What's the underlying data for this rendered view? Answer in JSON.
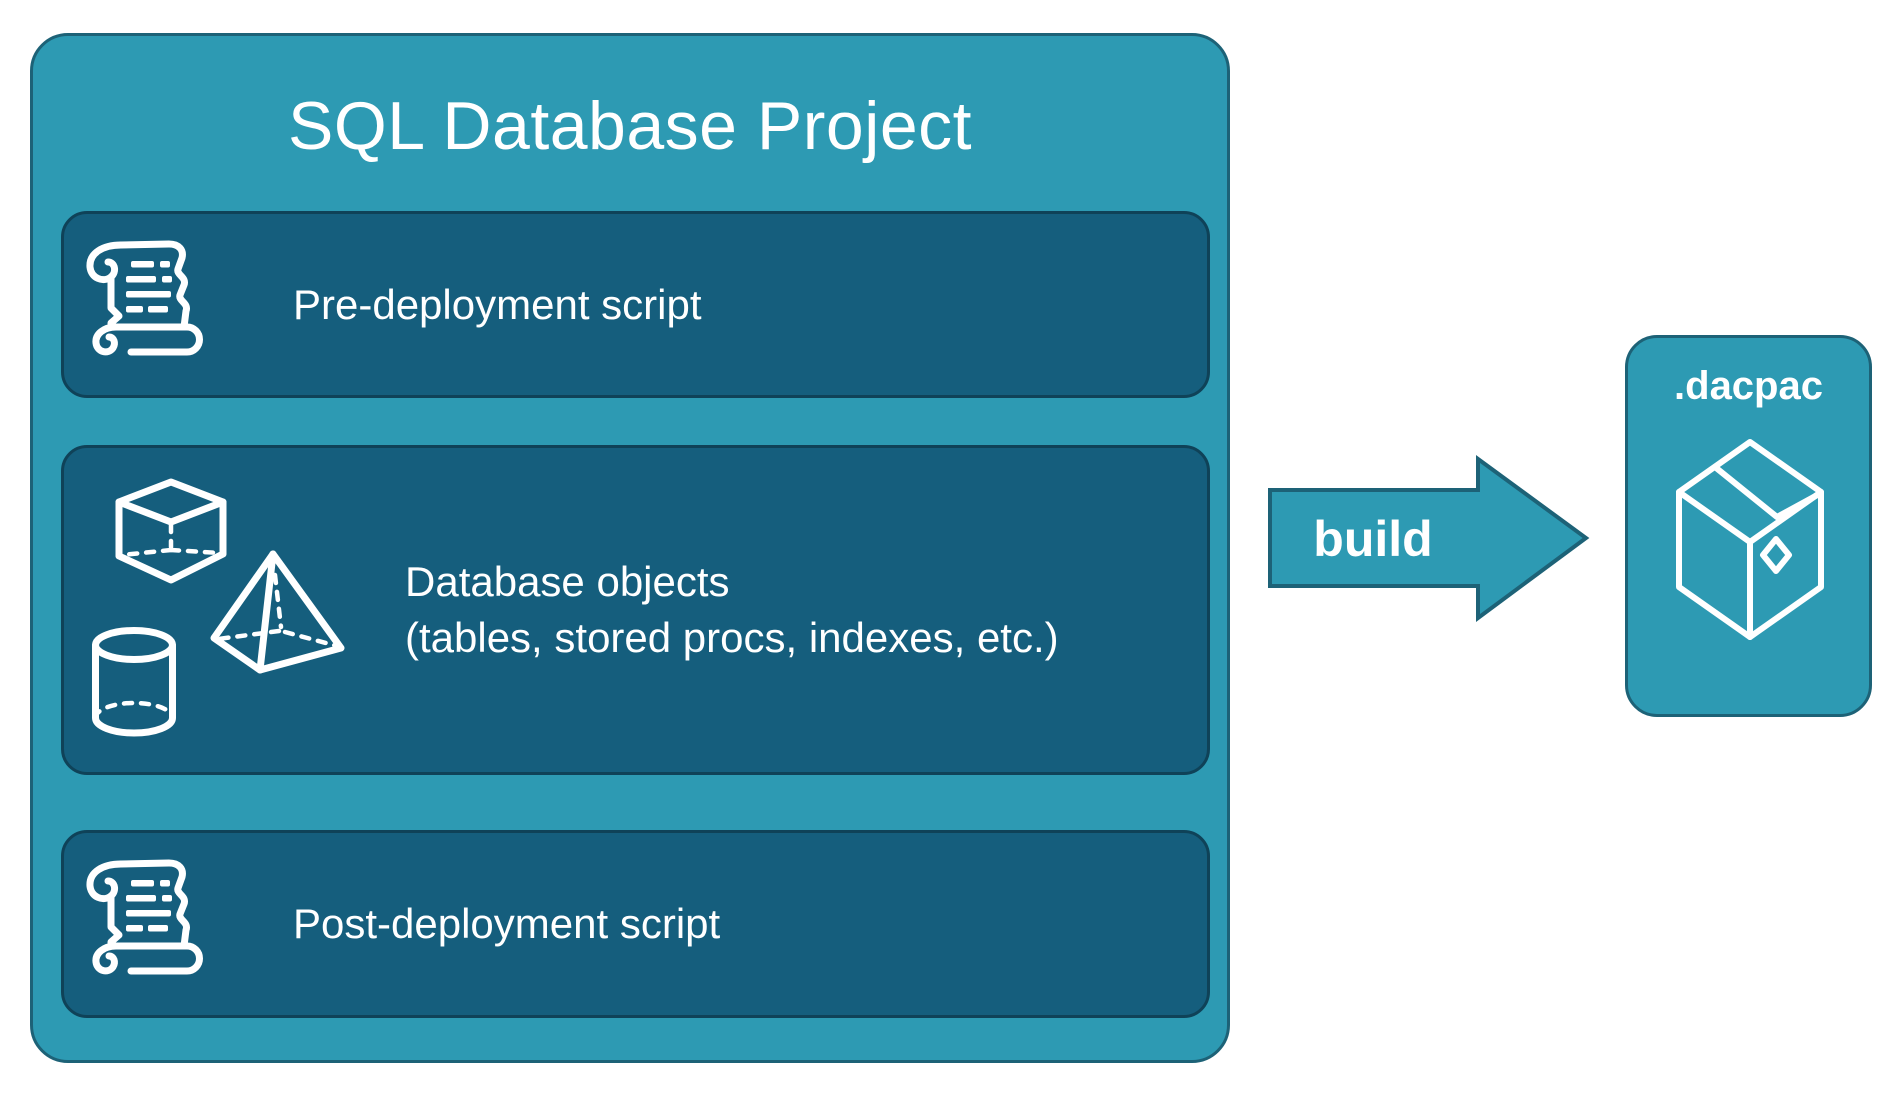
{
  "colors": {
    "canvas_bg": "#FFFFFF",
    "teal": "#2D9AB3",
    "teal_border": "#1D6277",
    "panel": "#155E7D",
    "panel_border": "#0F4258",
    "text": "#FFFFFF"
  },
  "project": {
    "title": "SQL Database Project",
    "panels": [
      {
        "id": "pre-deployment",
        "label": "Pre-deployment script",
        "icon": "scroll-icon"
      },
      {
        "id": "database-objects",
        "label": "Database objects",
        "sublabel": "(tables, stored procs, indexes, etc.)",
        "icons": [
          "cube-icon",
          "pyramid-icon",
          "cylinder-icon"
        ]
      },
      {
        "id": "post-deployment",
        "label": "Post-deployment script",
        "icon": "scroll-icon"
      }
    ]
  },
  "build_arrow": {
    "label": "build"
  },
  "output": {
    "label": ".dacpac",
    "icon": "package-icon"
  }
}
